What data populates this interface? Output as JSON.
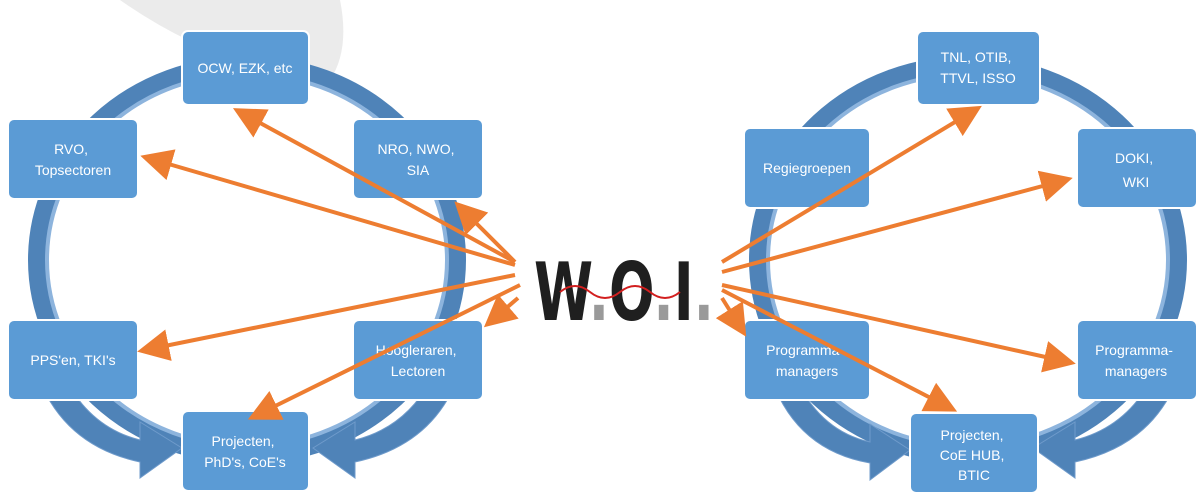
{
  "center_logo": {
    "parts": [
      "W",
      ".",
      "O",
      ".",
      "I",
      "."
    ]
  },
  "colors": {
    "node_fill": "#5b9bd5",
    "cycle_ring": "#4f83b8",
    "arrow": "#ed7d31",
    "logo_text": "#1f1f1f",
    "logo_squiggle": "#d21f1f"
  },
  "left_cycle": {
    "nodes": [
      {
        "id": "ocw",
        "lines": [
          "OCW, EZK, etc"
        ]
      },
      {
        "id": "nro",
        "lines": [
          "NRO, NWO,",
          "SIA"
        ]
      },
      {
        "id": "hoogleraren",
        "lines": [
          "Hoogleraren,",
          "Lectoren"
        ]
      },
      {
        "id": "projecten-left",
        "lines": [
          "Projecten,",
          "PhD's, CoE's"
        ]
      },
      {
        "id": "pps",
        "lines": [
          "PPS'en, TKI's"
        ]
      },
      {
        "id": "rvo",
        "lines": [
          "RVO,",
          "Topsectoren"
        ]
      }
    ]
  },
  "right_cycle": {
    "nodes": [
      {
        "id": "tnl",
        "lines": [
          "TNL, OTIB,",
          "TTVL, ISSO"
        ]
      },
      {
        "id": "doki",
        "lines": [
          "DOKI,",
          "WKI"
        ]
      },
      {
        "id": "pm-right",
        "lines": [
          "Programma-",
          "managers"
        ]
      },
      {
        "id": "projecten-right",
        "lines": [
          "Projecten,",
          "CoE HUB,",
          "BTIC"
        ]
      },
      {
        "id": "pm-inner",
        "lines": [
          "Programma-",
          "managers"
        ]
      },
      {
        "id": "regie",
        "lines": [
          "Regiegroepen"
        ]
      }
    ]
  }
}
